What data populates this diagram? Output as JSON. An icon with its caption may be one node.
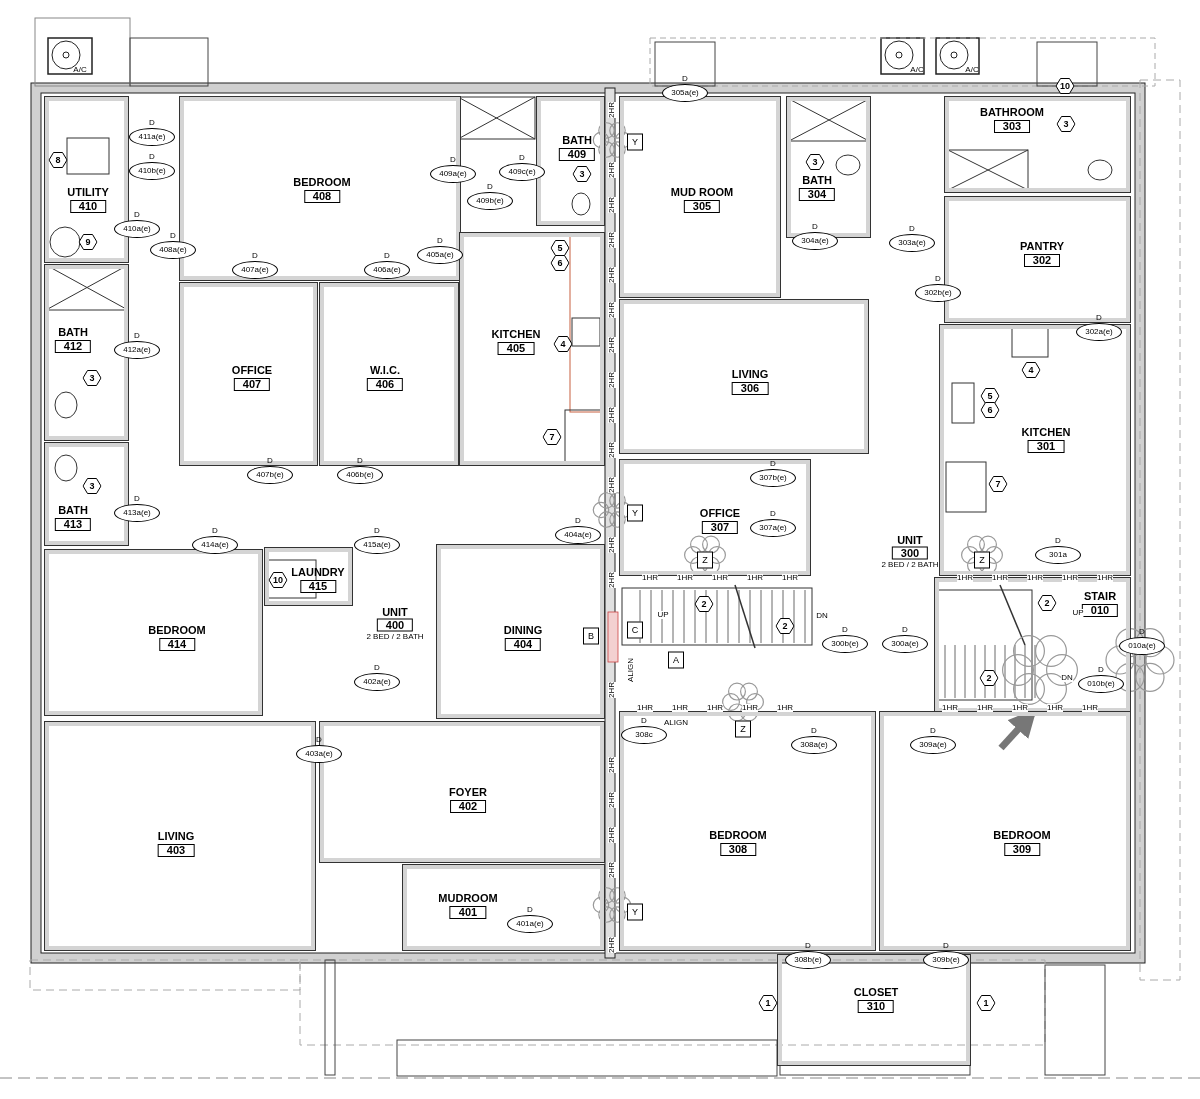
{
  "diagram": {
    "nodes": [
      {
        "text": [
          "UTILITY",
          "410"
        ]
      },
      {
        "text": [
          "BEDROOM",
          "408"
        ]
      },
      {
        "text": [
          "BATH",
          "409"
        ]
      },
      {
        "text": [
          "MUD ROOM",
          "305"
        ]
      },
      {
        "text": [
          "BATH",
          "304"
        ]
      },
      {
        "text": [
          "BATHROOM",
          "303"
        ]
      },
      {
        "text": [
          "PANTRY",
          "302"
        ]
      },
      {
        "text": [
          "BATH",
          "412"
        ]
      },
      {
        "text": [
          "KITCHEN",
          "405"
        ]
      },
      {
        "text": [
          "OFFICE",
          "407"
        ]
      },
      {
        "text": [
          "W.I.C.",
          "406"
        ]
      },
      {
        "text": [
          "LIVING",
          "306"
        ]
      },
      {
        "text": [
          "KITCHEN",
          "301"
        ]
      },
      {
        "text": [
          "BATH",
          "413"
        ]
      },
      {
        "text": [
          "OFFICE",
          "307"
        ]
      },
      {
        "text": [
          "STAIR",
          "010"
        ]
      },
      {
        "text": [
          "LAUNDRY",
          "415"
        ]
      },
      {
        "text": [
          "BEDROOM",
          "414"
        ]
      },
      {
        "text": [
          "DINING",
          "404"
        ]
      },
      {
        "text": [
          "LIVING",
          "403"
        ]
      },
      {
        "text": [
          "FOYER",
          "402"
        ]
      },
      {
        "text": [
          "BEDROOM",
          "308"
        ]
      },
      {
        "text": [
          "BEDROOM",
          "309"
        ]
      },
      {
        "text": [
          "MUDROOM",
          "401"
        ]
      },
      {
        "text": [
          "CLOSET",
          "310"
        ]
      }
    ],
    "edges": [
      {
        "from": 22,
        "to": 15,
        "arrow": "to"
      }
    ],
    "labels": [
      "D",
      "411a(e)",
      "D",
      "410b(e)",
      "D",
      "410a(e)",
      "D",
      "408a(e)",
      "D",
      "407a(e)",
      "D",
      "406a(e)",
      "D",
      "405a(e)",
      "D",
      "409a(e)",
      "D",
      "409c(e)",
      "D",
      "409b(e)",
      "D",
      "412a(e)",
      "D",
      "407b(e)",
      "D",
      "406b(e)",
      "D",
      "413a(e)",
      "D",
      "414a(e)",
      "D",
      "415a(e)",
      "D",
      "404a(e)",
      "D",
      "402a(e)",
      "D",
      "403a(e)",
      "D",
      "401a(e)",
      "D",
      "305a(e)",
      "D",
      "304a(e)",
      "D",
      "303a(e)",
      "D",
      "302b(e)",
      "D",
      "302a(e)",
      "D",
      "307b(e)",
      "D",
      "307a(e)",
      "D",
      "301a",
      "D",
      "300b(e)",
      "D",
      "300a(e)",
      "D",
      "010a(e)",
      "D",
      "010b(e)",
      "D",
      "308c",
      "D",
      "308a(e)",
      "D",
      "309a(e)",
      "D",
      "308b(e)",
      "D",
      "309b(e)",
      "8",
      "9",
      "3",
      "5",
      "6",
      "4",
      "3",
      "7",
      "3",
      "10",
      "3",
      "10",
      "3",
      "4",
      "5",
      "6",
      "7",
      "2",
      "2",
      "2",
      "2",
      "1",
      "1",
      "Y",
      "Y",
      "Y",
      "B",
      "C",
      "A",
      "Z",
      "Z",
      "Z",
      "A/C",
      "A/C",
      "A/C",
      "UP",
      "DN",
      "UP",
      "DN",
      "ALIGN",
      "ALIGN",
      "UNIT",
      "400",
      "2 BED / 2 BATH",
      "UNIT",
      "300",
      "2 BED / 2 BATH",
      "2HR",
      "2HR",
      "2HR",
      "2HR",
      "2HR",
      "2HR",
      "2HR",
      "2HR",
      "2HR",
      "2HR",
      "2HR",
      "2HR",
      "2HR",
      "2HR",
      "2HR",
      "2HR",
      "2HR",
      "2HR",
      "2HR",
      "1HR",
      "1HR",
      "1HR",
      "1HR",
      "1HR",
      "1HR",
      "1HR",
      "1HR",
      "1HR",
      "1HR",
      "1HR",
      "1HR",
      "1HR",
      "1HR",
      "1HR",
      "1HR",
      "1HR",
      "1HR",
      "1HR",
      "1HR"
    ]
  }
}
